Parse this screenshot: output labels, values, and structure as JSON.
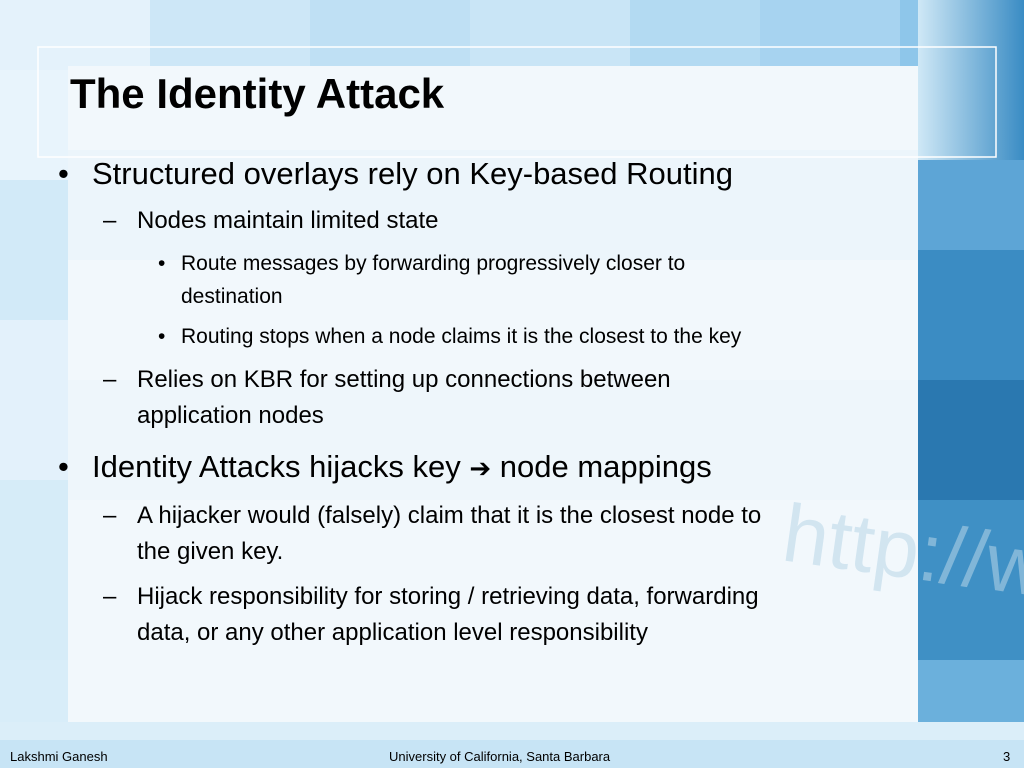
{
  "slide": {
    "title": "The Identity Attack",
    "bullets": [
      {
        "level": 1,
        "marker": "•",
        "text": "Structured overlays rely on Key-based Routing"
      },
      {
        "level": 2,
        "marker": "–",
        "text": "Nodes maintain limited state"
      },
      {
        "level": 3,
        "marker": "•",
        "lines": [
          "Route messages by forwarding progressively closer to",
          "destination"
        ]
      },
      {
        "level": 3,
        "marker": "•",
        "text": "Routing stops when a node claims it is the closest to the key"
      },
      {
        "level": 2,
        "marker": "–",
        "lines": [
          "Relies on KBR for setting up connections between",
          "application nodes"
        ]
      },
      {
        "level": 1,
        "marker": "•",
        "text_before_arrow": "Identity Attacks hijacks key",
        "arrow": "➔",
        "text_after_arrow": "node mappings"
      },
      {
        "level": 2,
        "marker": "–",
        "lines": [
          "A hijacker would (falsely) claim that it is the closest node to",
          "the given key."
        ]
      },
      {
        "level": 2,
        "marker": "–",
        "lines": [
          "Hijack responsibility for storing / retrieving data, forwarding",
          "data, or any other application level responsibility"
        ]
      }
    ]
  },
  "footer": {
    "author": "Lakshmi Ganesh",
    "institution": "University of California, Santa Barbara",
    "page_number": "3"
  },
  "theme": {
    "background_light": "#dceefa",
    "background_mid": "#9fd0ee",
    "background_dark": "#2f7fb4",
    "panel": "#f2f8fc",
    "title_color": "#000000",
    "text_color": "#000000"
  },
  "background_decoration": {
    "text": "http://www"
  }
}
